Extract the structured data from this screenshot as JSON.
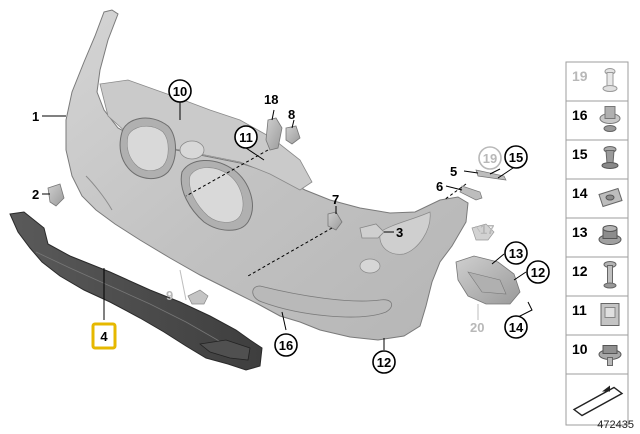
{
  "diagram": {
    "reference_number": "472435",
    "callouts": {
      "c1": "1",
      "c2": "2",
      "c3": "3",
      "c4": "4",
      "c5": "5",
      "c6": "6",
      "c7": "7",
      "c8": "8",
      "c9": "9",
      "c10": "10",
      "c11": "11",
      "c12a": "12",
      "c12b": "12",
      "c13": "13",
      "c14": "14",
      "c15": "15",
      "c16": "16",
      "c17": "17",
      "c18": "18",
      "c19": "19",
      "c20": "20"
    },
    "highlighted_part": "4",
    "side_panel": [
      {
        "number": "19",
        "icon": "pin-clip-icon",
        "greyed": true
      },
      {
        "number": "16",
        "icon": "rivet-nut-icon",
        "greyed": false
      },
      {
        "number": "15",
        "icon": "expanding-rivet-icon",
        "greyed": false
      },
      {
        "number": "14",
        "icon": "spring-nut-icon",
        "greyed": false
      },
      {
        "number": "13",
        "icon": "flange-nut-icon",
        "greyed": false
      },
      {
        "number": "12",
        "icon": "screw-icon",
        "greyed": false
      },
      {
        "number": "11",
        "icon": "clip-icon",
        "greyed": false
      },
      {
        "number": "10",
        "icon": "hex-bolt-icon",
        "greyed": false
      },
      {
        "number": "",
        "icon": "seal-strip-icon",
        "greyed": false
      }
    ]
  }
}
